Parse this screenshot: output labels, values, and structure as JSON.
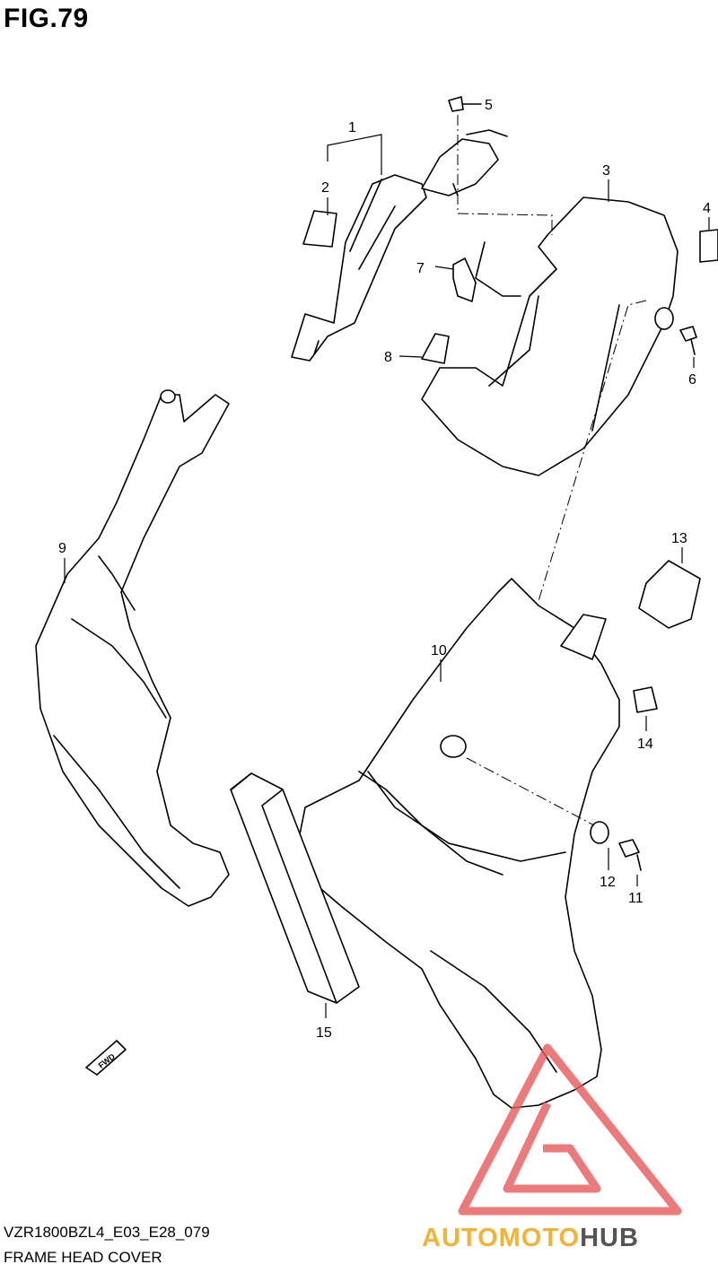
{
  "figure": {
    "title": "FIG.79"
  },
  "callouts": [
    "1",
    "2",
    "3",
    "4",
    "5",
    "6",
    "7",
    "8",
    "9",
    "10",
    "11",
    "12",
    "13",
    "14",
    "15"
  ],
  "fwd_label": "FWD",
  "footer": {
    "code": "VZR1800BZL4_E03_E28_079",
    "title": "FRAME HEAD COVER"
  },
  "watermark": {
    "part1": "AUTOMOTO",
    "part2": "HUB",
    "colors": {
      "accent": "#f5b335",
      "dark": "#555555",
      "triangle": "#e85a5a"
    }
  }
}
